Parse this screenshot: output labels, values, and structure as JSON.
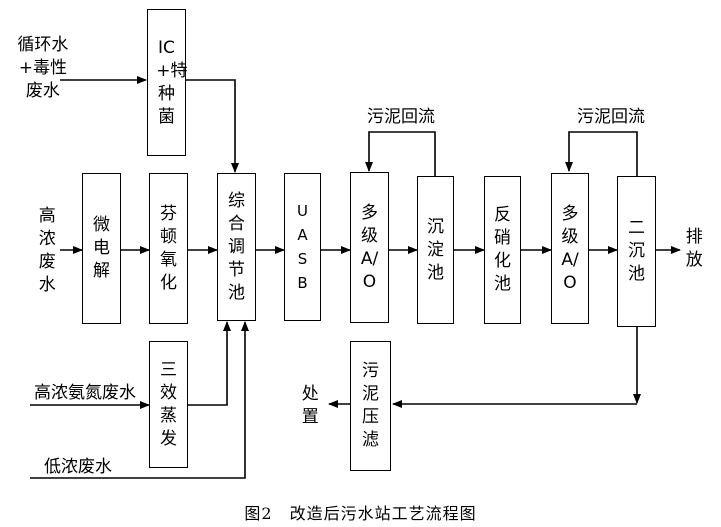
{
  "inputs": {
    "circulating_toxic": "循环水+毒性废水",
    "high_conc": "高浓废水",
    "high_ammonia": "高浓氨氮废水",
    "low_conc": "低浓废水"
  },
  "units": {
    "ic": "IC+特种菌",
    "micro_electrolysis": "微电解",
    "fenton": "芬顿氧化",
    "equalization": "综合调节池",
    "uasb": "UASB",
    "ao1": "多级A/O",
    "settling": "沉淀池",
    "denitrification": "反硝化池",
    "ao2": "多级A/O",
    "secondary_settling": "二沉池",
    "evaporation": "三效蒸发",
    "sludge_press": "污泥压滤"
  },
  "labels": {
    "sludge_return_1": "污泥回流",
    "sludge_return_2": "污泥回流",
    "discharge": "排放",
    "disposal": "处置"
  },
  "caption": "图2　改造后污水站工艺流程图"
}
